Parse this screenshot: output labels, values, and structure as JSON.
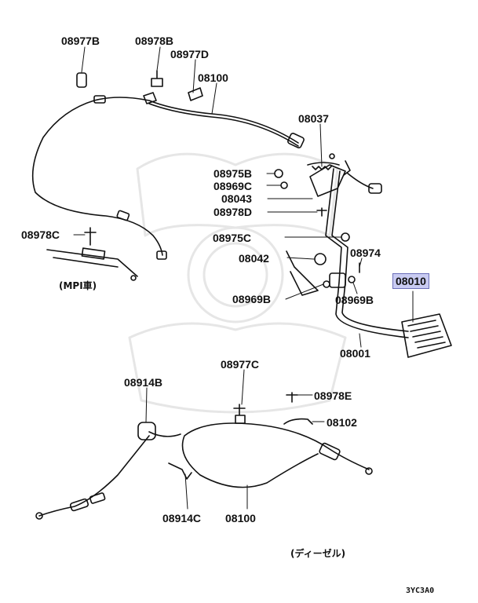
{
  "diagram": {
    "parts": [
      {
        "id": "08977B",
        "label": "08977B"
      },
      {
        "id": "08978B",
        "label": "08978B"
      },
      {
        "id": "08977D",
        "label": "08977D"
      },
      {
        "id": "08100a",
        "label": "08100"
      },
      {
        "id": "08037",
        "label": "08037"
      },
      {
        "id": "08975B",
        "label": "08975B"
      },
      {
        "id": "08969C",
        "label": "08969C"
      },
      {
        "id": "08043",
        "label": "08043"
      },
      {
        "id": "08978D",
        "label": "08978D"
      },
      {
        "id": "08978C",
        "label": "08978C"
      },
      {
        "id": "08975C",
        "label": "08975C"
      },
      {
        "id": "08974",
        "label": "08974"
      },
      {
        "id": "08042",
        "label": "08042"
      },
      {
        "id": "08010",
        "label": "08010",
        "highlighted": true
      },
      {
        "id": "08969B_l",
        "label": "08969B"
      },
      {
        "id": "08969B_r",
        "label": "08969B"
      },
      {
        "id": "08001",
        "label": "08001"
      },
      {
        "id": "08977C",
        "label": "08977C"
      },
      {
        "id": "08914B",
        "label": "08914B"
      },
      {
        "id": "08978E",
        "label": "08978E"
      },
      {
        "id": "08102",
        "label": "08102"
      },
      {
        "id": "08914C",
        "label": "08914C"
      },
      {
        "id": "08100b",
        "label": "08100"
      }
    ],
    "notes": {
      "mpi": "(MPI車)",
      "diesel": "(ディーゼル)",
      "figure_code": "3YC3A0"
    },
    "highlight_color": "#c9cbf2"
  }
}
